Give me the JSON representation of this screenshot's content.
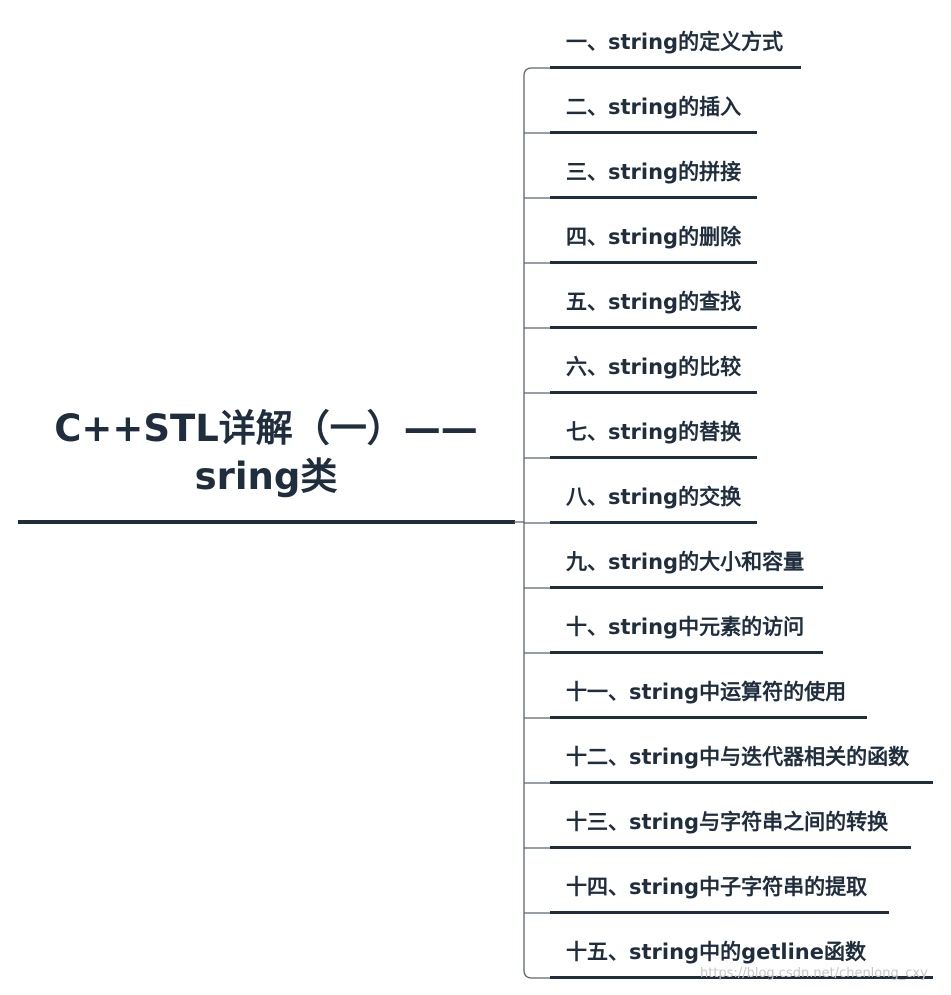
{
  "root": {
    "title_line1": "C++STL详解（一）——",
    "title_line2": "sring类"
  },
  "branches": [
    {
      "label": "一、string的定义方式"
    },
    {
      "label": "二、string的插入"
    },
    {
      "label": "三、string的拼接"
    },
    {
      "label": "四、string的删除"
    },
    {
      "label": "五、string的查找"
    },
    {
      "label": "六、string的比较"
    },
    {
      "label": "七、string的替换"
    },
    {
      "label": "八、string的交换"
    },
    {
      "label": "九、string的大小和容量"
    },
    {
      "label": "十、string中元素的访问"
    },
    {
      "label": "十一、string中运算符的使用"
    },
    {
      "label": "十二、string中与迭代器相关的函数"
    },
    {
      "label": "十三、string与字符串之间的转换"
    },
    {
      "label": "十四、string中子字符串的提取"
    },
    {
      "label": "十五、string中的getline函数"
    }
  ],
  "watermark": "https://blog.csdn.net/chenlong_cxy",
  "colors": {
    "ink": "#1f2d3d",
    "connector": "#5a6470",
    "watermark": "#c8c8c8"
  }
}
